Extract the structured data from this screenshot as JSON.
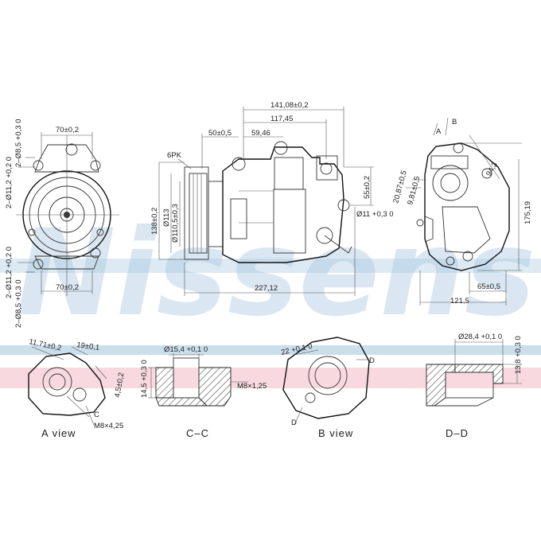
{
  "watermark": "Nissens",
  "colors": {
    "watermark": "#bcd3e6",
    "band_blue": "#9fc2dd",
    "band_pink": "#f2b9c6",
    "line": "#333333"
  },
  "views": {
    "a_view": "A  view",
    "c_c": "C–C",
    "b_view": "B  view",
    "d_d": "D–D"
  },
  "dimensions": {
    "overall_length": "141,08±0,2",
    "dim_117": "117,45",
    "dim_50": "50±0,5",
    "dim_59": "59,46",
    "belt": "6PK",
    "dim_138": "138±0,2",
    "dim_113": "Ø113",
    "dim_110": "Ø110,5±0,3",
    "dim_55": "55±0,2",
    "dim_11_mid": "Ø11 +0,3 0",
    "dim_227": "227,12",
    "dim_70_top": "70±0,2",
    "dim_70_bottom": "70±0,2",
    "left_top_1": "2–Ø8,5 +0,3 0",
    "left_top_2": "2–Ø11,2 +0,2 0",
    "left_bot_1": "2–Ø11,2 +0,2 0",
    "left_bot_2": "2–Ø8,5 +0,3 0",
    "dim_20": "20,87±0,5",
    "dim_9": "9,81±0,5",
    "dim_94": "94,3",
    "dim_175": "175,19",
    "dim_65": "65±0,5",
    "dim_121": "121,5",
    "section_a_b": "A",
    "section_b_b": "B",
    "a_dim_11": "11,71±0,2",
    "a_dim_19": "19±0,1",
    "a_dim_4": "4,5±0,2",
    "a_m8": "M8×4,25",
    "a_c": "C",
    "cc_dim_15": "Ø15,4 +0,1 0",
    "cc_dim_14": "14,5 +0,3 0",
    "cc_m8": "M8×1,25",
    "b_dim_22": "22 +0,1 0",
    "b_d": "D",
    "dd_dim_28": "Ø28,4 +0,1 0",
    "dd_dim_13": "13,8 +0,3 0"
  }
}
